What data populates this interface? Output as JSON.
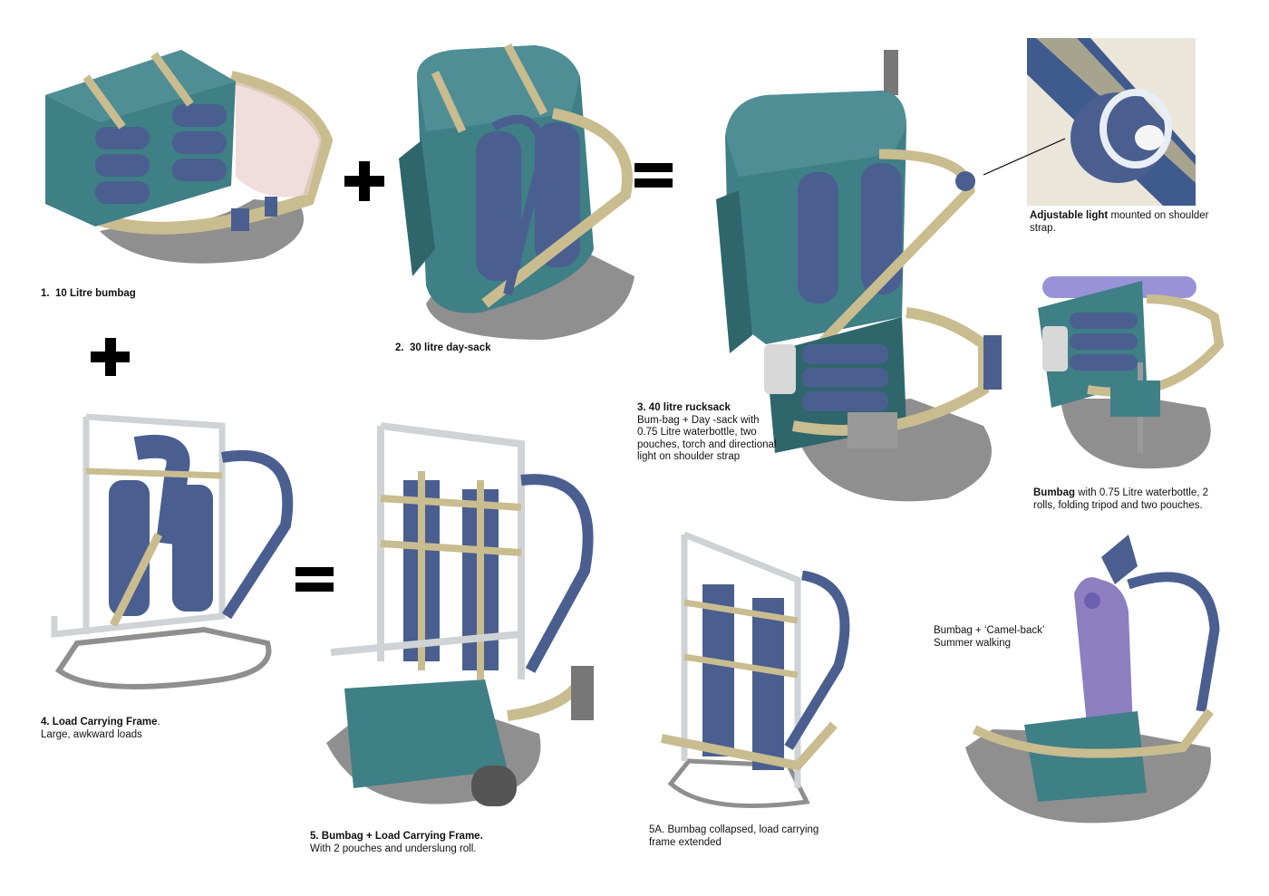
{
  "colors": {
    "pack_fabric": "#3f7f86",
    "pack_fabric_dark": "#2f666c",
    "pouch_blue": "#4a5f8f",
    "strap_tan": "#c9bc8f",
    "frame_metal": "#cfd3d6",
    "shadow": "#8f8f8f",
    "camelback_purple": "#8d7fc0",
    "mesh_pink": "#d9b8b8"
  },
  "operators": {
    "plus_1": "+",
    "equals_1": "=",
    "plus_2": "+",
    "equals_2": "="
  },
  "captions": {
    "c1": {
      "number": "1.",
      "title": "10 Litre bumbag"
    },
    "c2": {
      "number": "2.",
      "title": "30 litre day-sack"
    },
    "c3": {
      "number": "3.",
      "title": "40 litre rucksack",
      "body_lines": [
        "Bum-bag + Day -sack with",
        "0.75 Litre waterbottle, two",
        "pouches, torch and directional",
        "light on shoulder strap"
      ]
    },
    "light": {
      "title": "Adjustable light",
      "rest": " mounted on shoulder",
      "line2": "strap."
    },
    "bumbag": {
      "title": "Bumbag",
      "rest": " with 0.75 Litre waterbottle, 2",
      "line2": "rolls, folding tripod and two pouches."
    },
    "c4": {
      "number": "4.",
      "title": "Load Carrying Frame",
      "suffix": ".",
      "line2": "Large, awkward loads"
    },
    "c5": {
      "number": "5.",
      "title": "Bumbag + Load Carrying Frame.",
      "line2": "With 2 pouches and underslung roll."
    },
    "c5a": {
      "line1": "5A. Bumbag collapsed, load carrying",
      "line2": "frame extended"
    },
    "camel": {
      "line1": "Bumbag + ‘Camel-back’",
      "line2": "Summer walking"
    }
  }
}
